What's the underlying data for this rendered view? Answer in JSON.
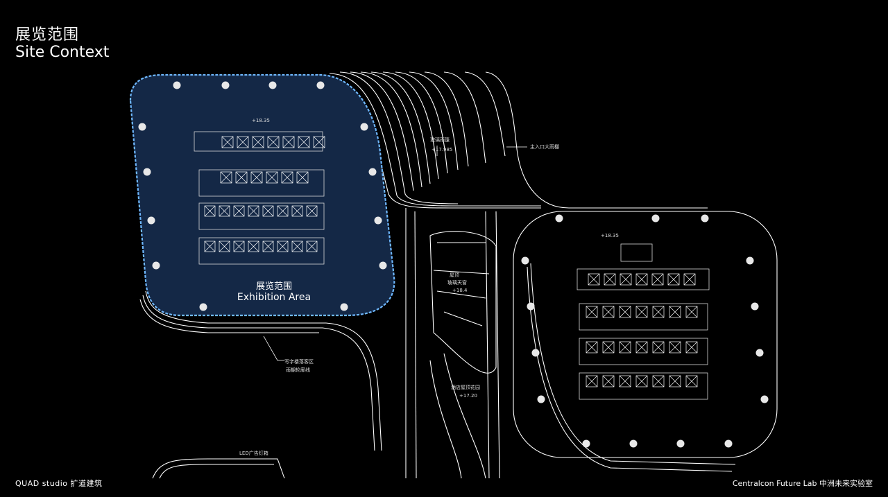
{
  "page": {
    "title_cn": "展览范围",
    "title_en": "Site Context",
    "footer_left": "QUAD studio 扩道建筑",
    "footer_right": "Centralcon Future Lab 中洲未来实验室"
  },
  "exhibition": {
    "label_cn": "展览范围",
    "label_en": "Exhibition Area",
    "highlight_color": "#142846",
    "outline_color": "#6fb8ff"
  },
  "annotations": {
    "top_level": "+18.35",
    "canopy_level": "+17.985",
    "canopy_label": "玻璃雨篷",
    "main_entrance": "主入口大雨棚",
    "office_dropoff_1": "写字楼落客区",
    "office_dropoff_2": "雨棚轮廓线",
    "glass_roof_1": "屋顶",
    "glass_roof_2": "玻璃天窗",
    "glass_roof_level": "+18.4",
    "hotel_garden": "酒店屋顶花园",
    "hotel_garden_level": "+17.20",
    "right_top_level": "+18.35",
    "led_label": "LED广告灯箱"
  },
  "icons": {
    "column": "column-dot-icon",
    "elevator": "elevator-cross-icon"
  }
}
